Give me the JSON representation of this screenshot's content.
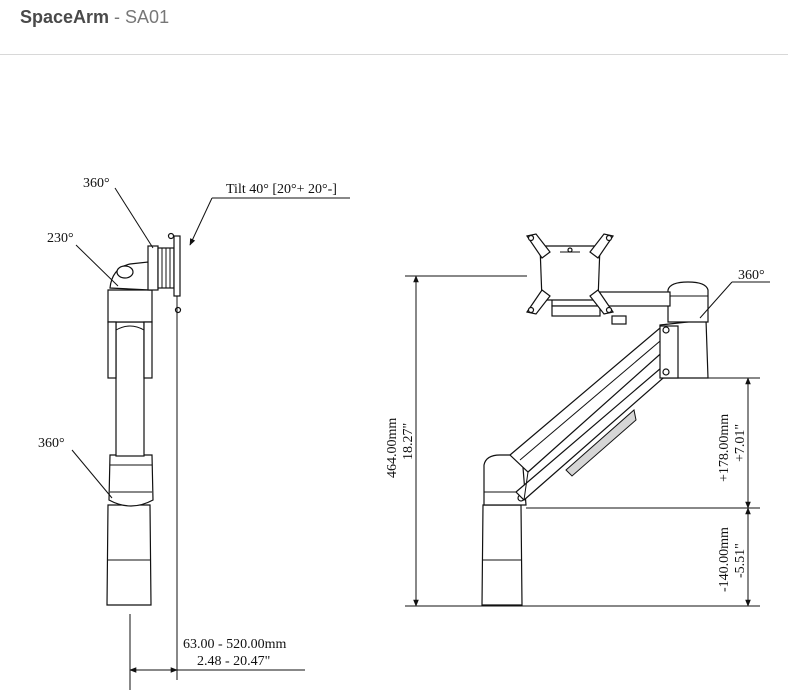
{
  "header": {
    "product_name": "SpaceArm",
    "separator": " - ",
    "model": "SA01"
  },
  "side_view": {
    "rotation_top": "360°",
    "tilt": "Tilt 40° [20°+ 20°-]",
    "rotation_elbow": "230°",
    "rotation_base": "360°",
    "reach_mm": "63.00 - 520.00mm",
    "reach_in": "2.48 - 20.47\""
  },
  "front_view": {
    "rotation": "360°",
    "height_mm": "464.00mm",
    "height_in": "18.27\"",
    "up_mm": "+178.00mm",
    "up_in": "+7.01\"",
    "down_mm": "-140.00mm",
    "down_in": "-5.51\""
  }
}
